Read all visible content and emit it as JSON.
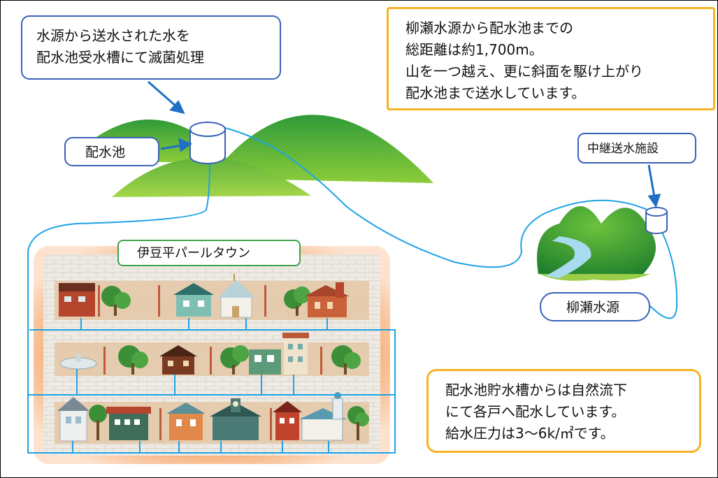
{
  "callouts": {
    "treatment": {
      "line1": "水源から送水された水を",
      "line2": "配水池受水槽にて滅菌処理"
    },
    "distance": {
      "line1": "柳瀬水源から配水池までの",
      "line2": "総距離は約1,700m。",
      "line3": "山を一つ越え、更に斜面を駆け上がり",
      "line4": "配水池まで送水しています。"
    },
    "gravity": {
      "line1": "配水池貯水槽からは自然流下",
      "line2": "にて各戸へ配水しています。",
      "line3": "給水圧力は3～6k/㎡です。"
    }
  },
  "labels": {
    "reservoir": "配水池",
    "relay": "中継送水施設",
    "source": "柳瀬水源",
    "town": "伊豆平パールタウン"
  },
  "colors": {
    "pipe": "#1ea3e6",
    "callout_border_blue": "#3a62b8",
    "callout_border_yellow": "#f5b323",
    "hill_dark": "#2f8a2f",
    "hill_light": "#7cc23a",
    "town_glow": "#f4a368"
  }
}
